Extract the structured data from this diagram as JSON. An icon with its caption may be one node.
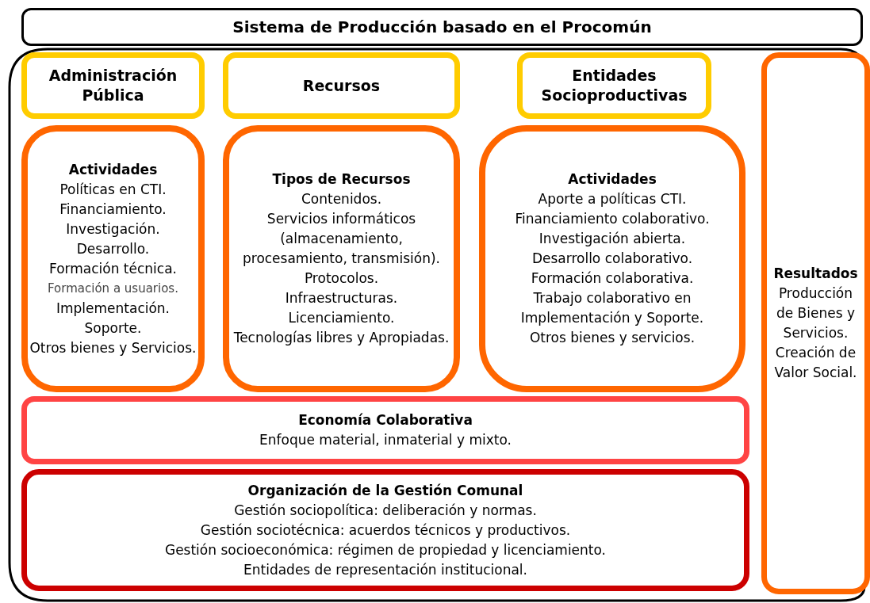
{
  "diagram": {
    "nodes": [
      {
        "text": [
          "Sistema de Producción basado en el Procomún"
        ]
      },
      {
        "text": [
          "Administración Pública"
        ]
      },
      {
        "text": [
          "Recursos"
        ]
      },
      {
        "text": [
          "Entidades Socioproductivas"
        ]
      },
      {
        "text": [
          "Resultados",
          "Producción de Bienes y Servicios.",
          "Creación de Valor Social."
        ]
      },
      {
        "text": [
          "Actividades",
          "Políticas en CTI.",
          "Financiamiento.",
          "Investigación.",
          "Desarrollo.",
          "Formación técnica.",
          "Formación a usuarios.",
          "Implementación.",
          "Soporte.",
          "Otros bienes y Servicios."
        ]
      },
      {
        "text": [
          "Tipos de Recursos",
          "Contenidos.",
          "Servicios informáticos (almacenamiento, procesamiento, transmisión).",
          "Protocolos.",
          "Infraestructuras.",
          "Licenciamiento.",
          "Tecnologías libres y Apropiadas."
        ]
      },
      {
        "text": [
          "Actividades",
          "Aporte a políticas CTI.",
          "Financiamiento colaborativo.",
          "Investigación abierta.",
          "Desarrollo colaborativo.",
          "Formación colaborativa.",
          "Trabajo colaborativo en Implementación y Soporte.",
          "Otros bienes y servicios."
        ]
      },
      {
        "text": [
          "Economía Colaborativa",
          "Enfoque material, inmaterial y mixto."
        ]
      },
      {
        "text": [
          "Organización de la Gestión Comunal",
          "Gestión sociopolítica: deliberación y normas.",
          "Gestión sociotécnica: acuerdos técnicos y productivos.",
          "Gestión socioeconómica: régimen de propiedad y licenciamiento.",
          "Entidades de representación institucional."
        ]
      }
    ]
  }
}
